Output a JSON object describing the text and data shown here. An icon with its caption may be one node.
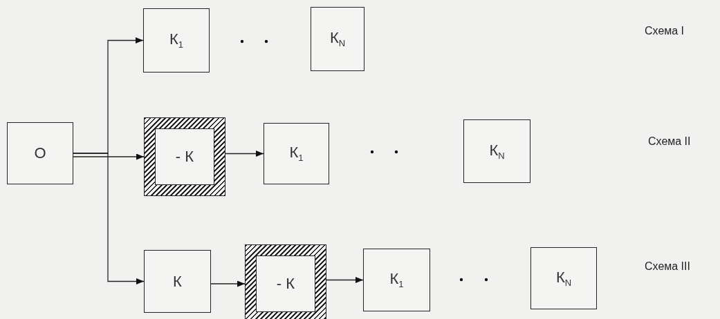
{
  "diagram": {
    "nodes": [
      {
        "text": [
          "О"
        ]
      },
      {
        "text": [
          "К$_{1}$"
        ]
      },
      {
        "text": [
          "К$_{N}$"
        ]
      },
      {
        "text": [
          "- К"
        ]
      },
      {
        "text": [
          "К$_{1}$"
        ]
      },
      {
        "text": [
          "К$_{N}$"
        ]
      },
      {
        "text": [
          "К"
        ]
      },
      {
        "text": [
          "- К"
        ]
      },
      {
        "text": [
          "К$_{1}$"
        ]
      },
      {
        "text": [
          "К$_{N}$"
        ]
      }
    ],
    "edges": [
      {
        "from": 0,
        "to": 1,
        "arrow": "to"
      },
      {
        "from": 0,
        "to": 3,
        "arrow": "to"
      },
      {
        "from": 0,
        "to": 6,
        "arrow": "to"
      },
      {
        "from": 3,
        "to": 4,
        "arrow": "to"
      },
      {
        "from": 6,
        "to": 7,
        "arrow": "to"
      },
      {
        "from": 7,
        "to": 8,
        "arrow": "to"
      }
    ],
    "labels": [
      "Схема I",
      "Схема II",
      "Схема III"
    ]
  }
}
